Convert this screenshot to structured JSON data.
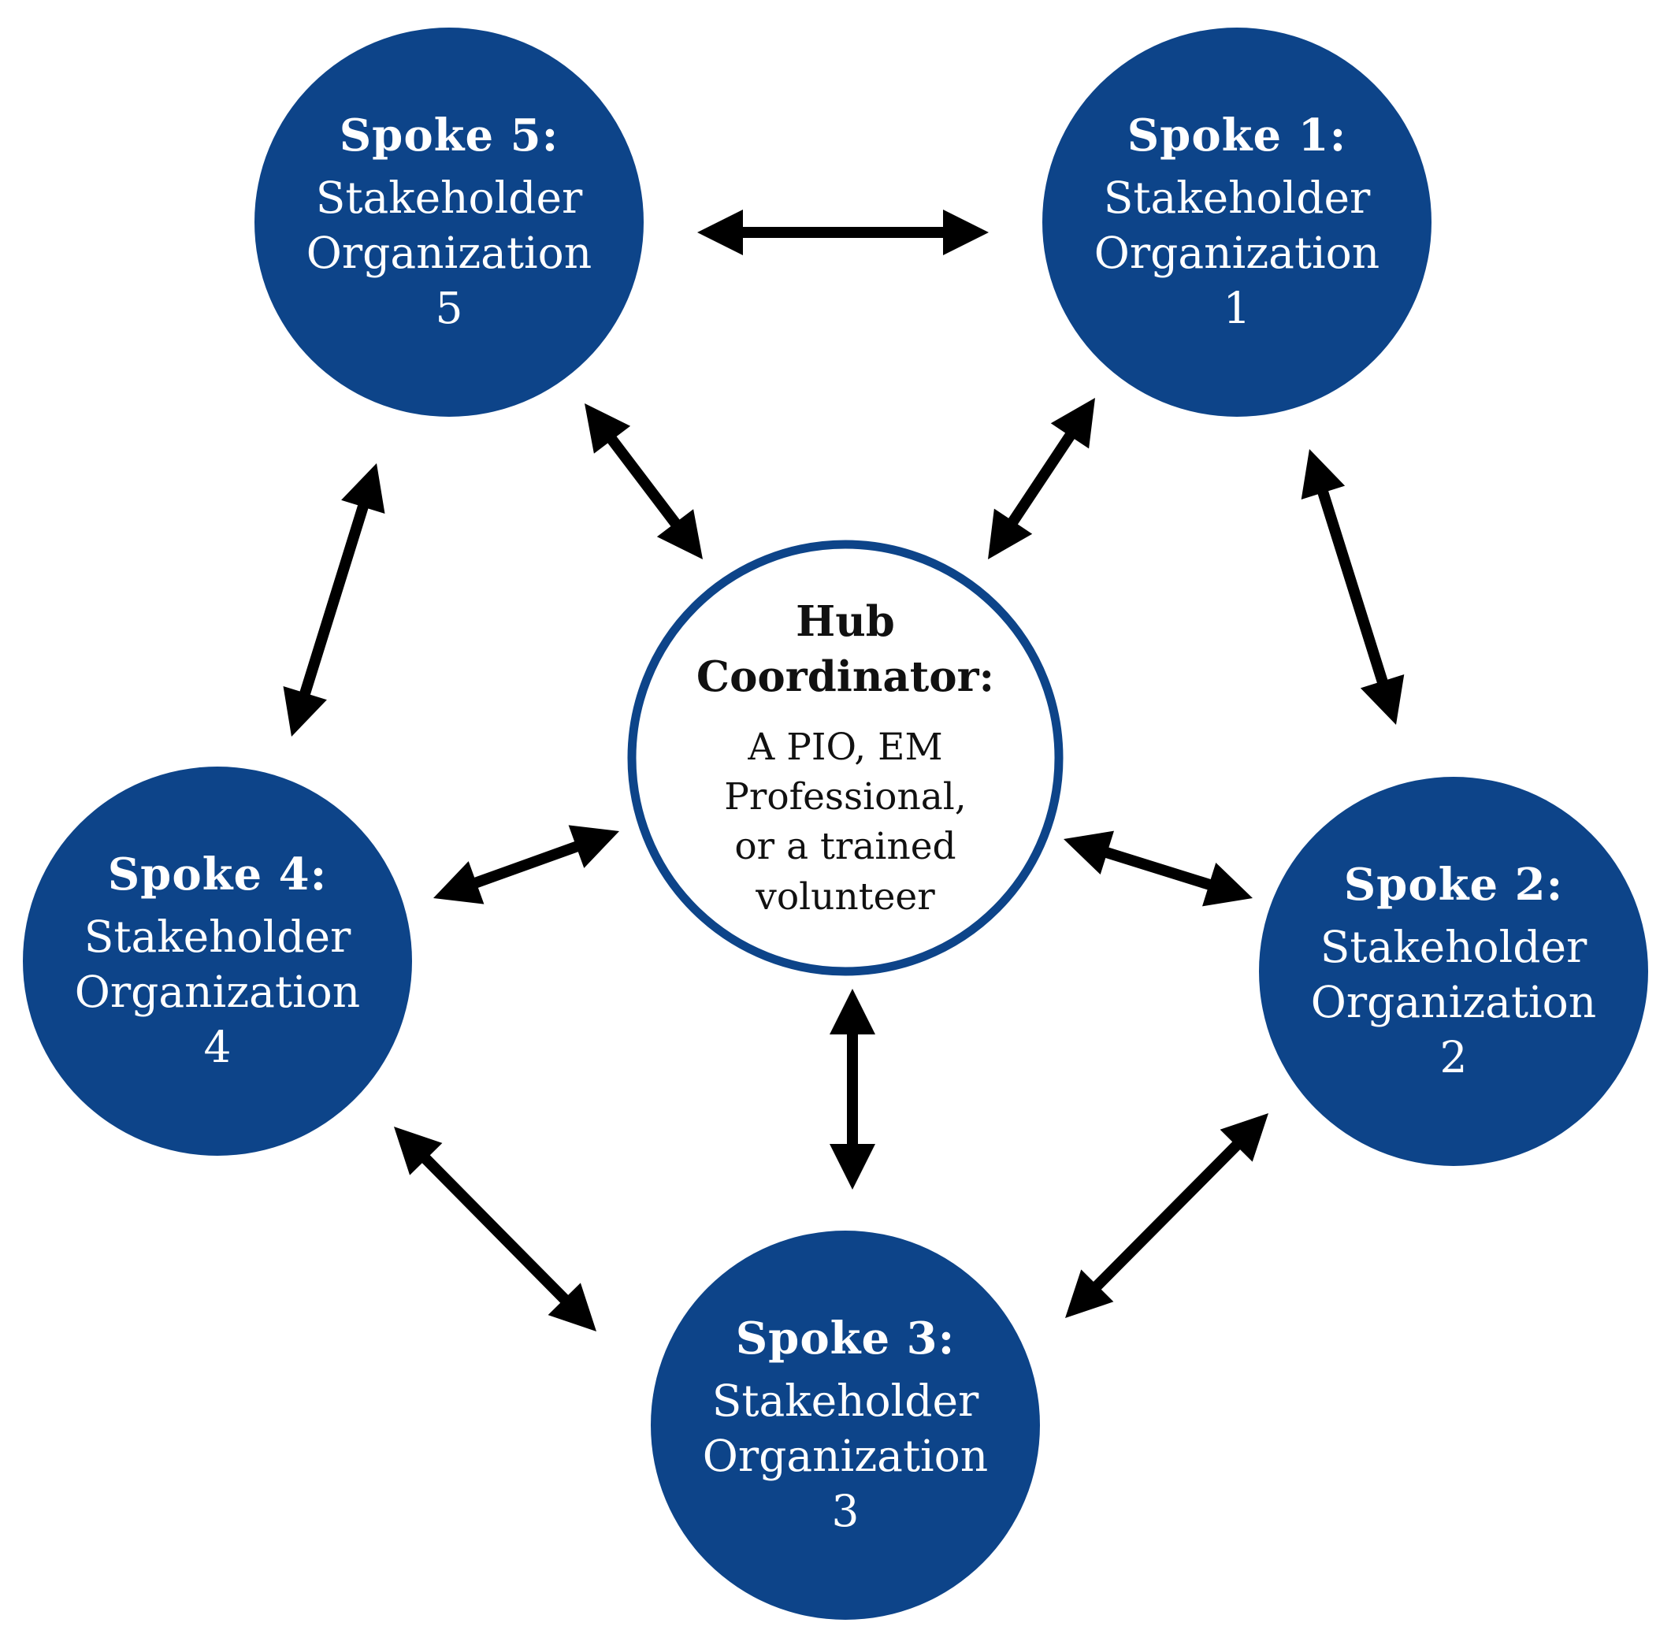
{
  "hub": {
    "title_line1": "Hub",
    "title_line2": "Coordinator:",
    "sub_line1": "A PIO, EM",
    "sub_line2": "Professional,",
    "sub_line3": "or a trained",
    "sub_line4": "volunteer"
  },
  "spokes": [
    {
      "title": "Spoke 1:",
      "line1": "Stakeholder",
      "line2": "Organization",
      "line3": "1"
    },
    {
      "title": "Spoke 2:",
      "line1": "Stakeholder",
      "line2": "Organization",
      "line3": "2"
    },
    {
      "title": "Spoke 3:",
      "line1": "Stakeholder",
      "line2": "Organization",
      "line3": "3"
    },
    {
      "title": "Spoke 4:",
      "line1": "Stakeholder",
      "line2": "Organization",
      "line3": "4"
    },
    {
      "title": "Spoke 5:",
      "line1": "Stakeholder",
      "line2": "Organization",
      "line3": "5"
    }
  ],
  "colors": {
    "spoke_fill": "#0d4489",
    "hub_ring": "#0d4489",
    "arrow": "#000000"
  },
  "connections": [
    {
      "from": "Spoke 5",
      "to": "Spoke 1",
      "type": "bidirectional"
    },
    {
      "from": "Spoke 1",
      "to": "Spoke 2",
      "type": "bidirectional"
    },
    {
      "from": "Spoke 2",
      "to": "Spoke 3",
      "type": "bidirectional"
    },
    {
      "from": "Spoke 3",
      "to": "Spoke 4",
      "type": "bidirectional"
    },
    {
      "from": "Spoke 4",
      "to": "Spoke 5",
      "type": "bidirectional"
    },
    {
      "from": "Hub Coordinator",
      "to": "Spoke 1",
      "type": "bidirectional"
    },
    {
      "from": "Hub Coordinator",
      "to": "Spoke 2",
      "type": "bidirectional"
    },
    {
      "from": "Hub Coordinator",
      "to": "Spoke 3",
      "type": "bidirectional"
    },
    {
      "from": "Hub Coordinator",
      "to": "Spoke 4",
      "type": "bidirectional"
    },
    {
      "from": "Hub Coordinator",
      "to": "Spoke 5",
      "type": "bidirectional"
    }
  ]
}
